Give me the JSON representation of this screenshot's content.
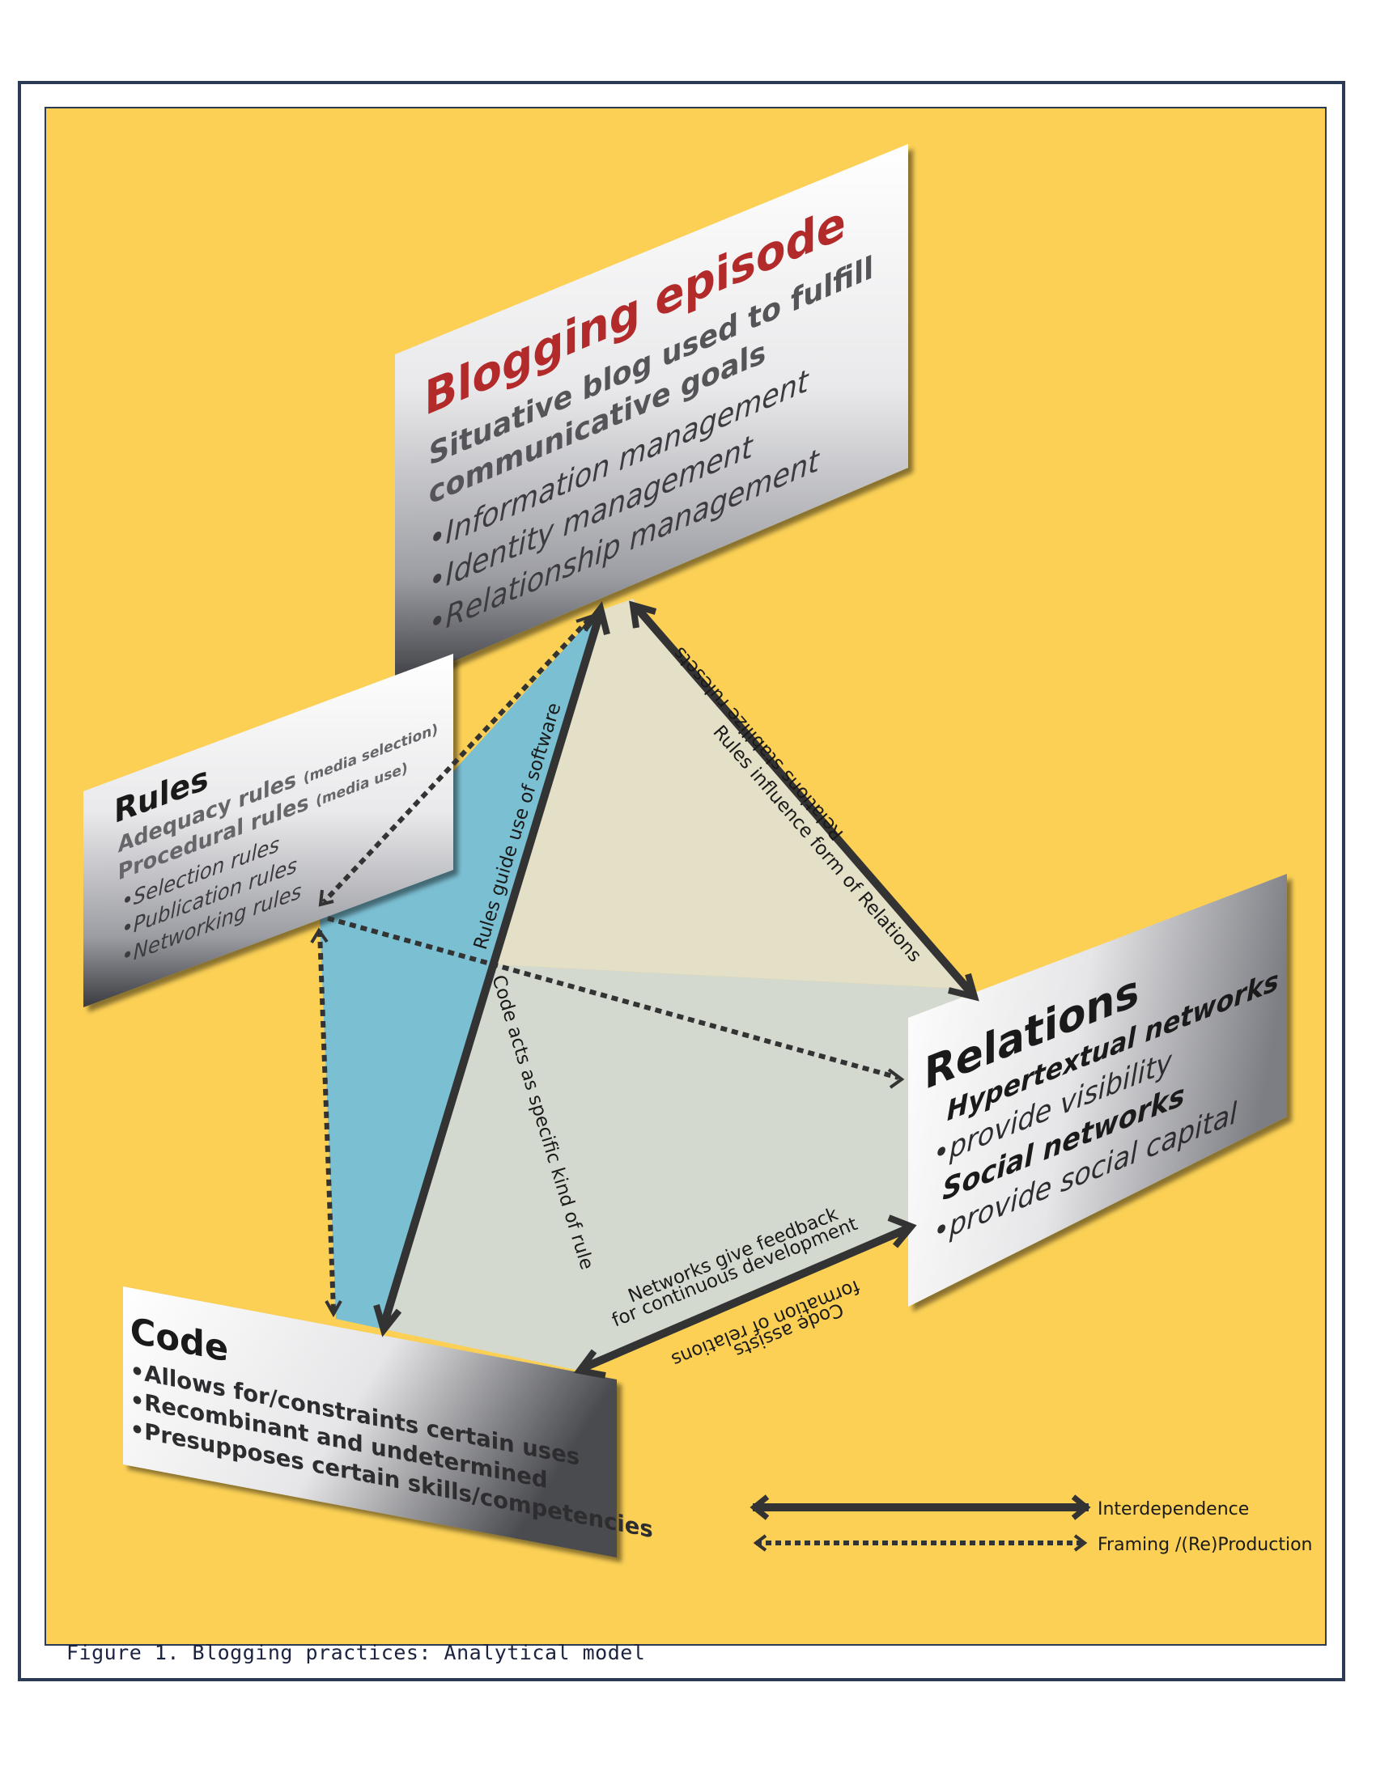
{
  "caption": "Figure 1. Blogging practices: Analytical model",
  "colors": {
    "background": "#fbd055",
    "frame": "#2b3a55",
    "blue_face": "#7bbfd3",
    "beige_face": "#e4dfc7",
    "grey_face": "#d3d9cf",
    "title_red": "#b22a2a",
    "arrow": "#333333"
  },
  "blogging_episode": {
    "title": "Blogging episode",
    "line1": "Situative blog used to fulfill",
    "line2": "communicative goals",
    "bullets": [
      "•Information management",
      "•Identity management",
      "•Relationship management"
    ]
  },
  "rules": {
    "title": "Rules",
    "adequacy": "Adequacy rules",
    "adequacy_note": "(media selection)",
    "procedural": "Procedural rules",
    "procedural_note": "(media use)",
    "bullets": [
      "•Selection rules",
      "•Publication rules",
      "•Networking rules"
    ]
  },
  "relations": {
    "title": "Relations",
    "sub1": "Hypertextual networks",
    "item1": "•provide visibility",
    "sub2": "Social networks",
    "item2": "•provide social capital"
  },
  "code": {
    "title": "Code",
    "bullets": [
      "•Allows for/constraints certain uses",
      "•Recombinant and undetermined",
      "•Presupposes certain skills/competencies"
    ]
  },
  "edge_labels": {
    "rules_guide": "Rules guide use of software",
    "code_acts": "Code acts as specific kind of rule",
    "relations_stabilize": "Relations stabilize rulesets",
    "rules_influence": "Rules influence form of Relations",
    "networks_feedback_1": "Networks give feedback",
    "networks_feedback_2": "for continuous development",
    "code_assists_1": "Code assists",
    "code_assists_2": "formation of relations"
  },
  "legend": {
    "solid": "Interdependence",
    "dotted": "Framing /(Re)Production"
  }
}
